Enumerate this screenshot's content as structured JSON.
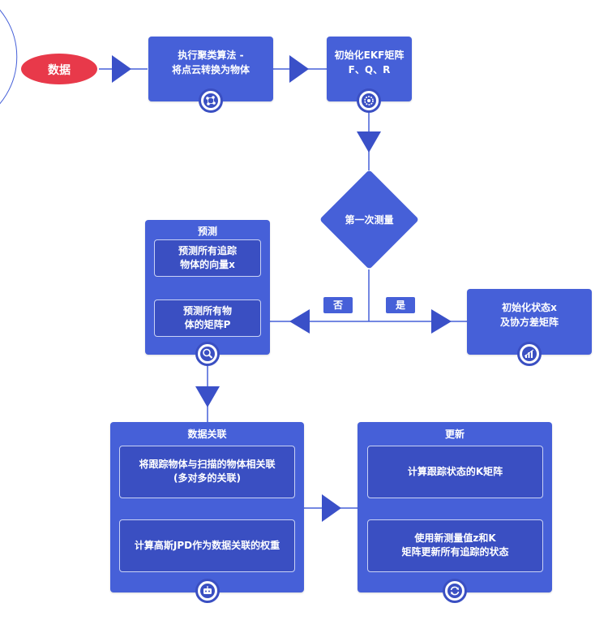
{
  "colors": {
    "primary": "#4660d8",
    "inner": "#3a4fc2",
    "start": "#e8394a",
    "arc": "#4660d8"
  },
  "start": {
    "label": "数据"
  },
  "cluster": {
    "line1": "执行聚类算法 -",
    "line2": "将点云转换为物体",
    "icon": "network-icon"
  },
  "init_ekf": {
    "line1": "初始化EKF矩阵",
    "line2": "F、Q、R",
    "icon": "gear-icon"
  },
  "decision": {
    "label": "第一次测量",
    "no_label": "否",
    "yes_label": "是"
  },
  "predict": {
    "title": "预测",
    "step1": {
      "line1": "预测所有追踪",
      "line2": "物体的向量x"
    },
    "step2": {
      "line1": "预测所有物",
      "line2": "体的矩阵P"
    },
    "icon": "magnifier-icon"
  },
  "init_state": {
    "line1": "初始化状态x",
    "line2": "及协方差矩阵",
    "icon": "chart-icon"
  },
  "association": {
    "title": "数据关联",
    "step1": {
      "line1": "将跟踪物体与扫描的物体相关联",
      "line2": "(多对多的关联)"
    },
    "step2": {
      "line1": "计算高斯JPD作为数据关联的权重"
    },
    "icon": "robot-icon"
  },
  "update": {
    "title": "更新",
    "step1": {
      "line1": "计算跟踪状态的K矩阵"
    },
    "step2": {
      "line1": "使用新测量值z和K",
      "line2": "矩阵更新所有追踪的状态"
    },
    "icon": "refresh-icon"
  }
}
